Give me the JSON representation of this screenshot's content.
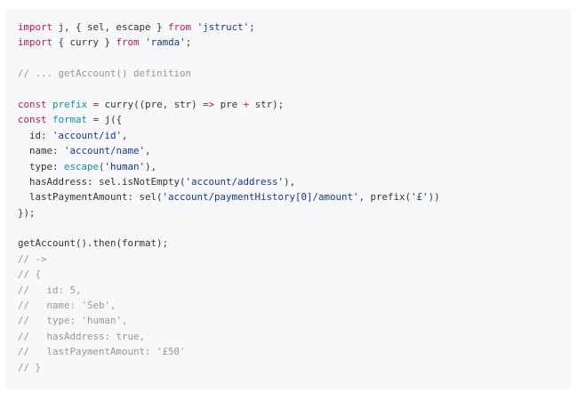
{
  "code": {
    "lines": [
      [
        [
          "import",
          "kw"
        ],
        [
          " j, { sel, escape } ",
          "pl"
        ],
        [
          "from",
          "kw"
        ],
        [
          " ",
          "pl"
        ],
        [
          "'jstruct'",
          "str"
        ],
        [
          ";",
          "pl"
        ]
      ],
      [
        [
          "import",
          "kw"
        ],
        [
          " { curry } ",
          "pl"
        ],
        [
          "from",
          "kw"
        ],
        [
          " ",
          "pl"
        ],
        [
          "'ramda'",
          "str"
        ],
        [
          ";",
          "pl"
        ]
      ],
      [],
      [
        [
          "// ... getAccount() definition",
          "cm"
        ]
      ],
      [],
      [
        [
          "const",
          "kw"
        ],
        [
          " ",
          "pl"
        ],
        [
          "prefix",
          "fn"
        ],
        [
          " ",
          "pl"
        ],
        [
          "=",
          "op"
        ],
        [
          " curry((pre, str) ",
          "pl"
        ],
        [
          "=>",
          "op"
        ],
        [
          " pre ",
          "pl"
        ],
        [
          "+",
          "op"
        ],
        [
          " str);",
          "pl"
        ]
      ],
      [
        [
          "const",
          "kw"
        ],
        [
          " ",
          "pl"
        ],
        [
          "format",
          "fn"
        ],
        [
          " ",
          "pl"
        ],
        [
          "=",
          "op"
        ],
        [
          " j({",
          "pl"
        ]
      ],
      [
        [
          "  id: ",
          "pl"
        ],
        [
          "'account/id'",
          "str"
        ],
        [
          ",",
          "pl"
        ]
      ],
      [
        [
          "  name: ",
          "pl"
        ],
        [
          "'account/name'",
          "str"
        ],
        [
          ",",
          "pl"
        ]
      ],
      [
        [
          "  type: ",
          "pl"
        ],
        [
          "escape",
          "fn"
        ],
        [
          "(",
          "pl"
        ],
        [
          "'human'",
          "str"
        ],
        [
          "),",
          "pl"
        ]
      ],
      [
        [
          "  hasAddress: sel.isNotEmpty(",
          "pl"
        ],
        [
          "'account/address'",
          "str"
        ],
        [
          "),",
          "pl"
        ]
      ],
      [
        [
          "  lastPaymentAmount: sel(",
          "pl"
        ],
        [
          "'account/paymentHistory[0]/amount'",
          "str"
        ],
        [
          ", prefix(",
          "pl"
        ],
        [
          "'£'",
          "str"
        ],
        [
          "))",
          "pl"
        ]
      ],
      [
        [
          "});",
          "pl"
        ]
      ],
      [],
      [
        [
          "getAccount().then(format);",
          "pl"
        ]
      ],
      [
        [
          "// ->",
          "cm"
        ]
      ],
      [
        [
          "// {",
          "cm"
        ]
      ],
      [
        [
          "//   id: 5,",
          "cm"
        ]
      ],
      [
        [
          "//   name: 'Seb',",
          "cm"
        ]
      ],
      [
        [
          "//   type: 'human',",
          "cm"
        ]
      ],
      [
        [
          "//   hasAddress: true,",
          "cm"
        ]
      ],
      [
        [
          "//   lastPaymentAmount: '£50'",
          "cm"
        ]
      ],
      [
        [
          "// }",
          "cm"
        ]
      ]
    ]
  }
}
